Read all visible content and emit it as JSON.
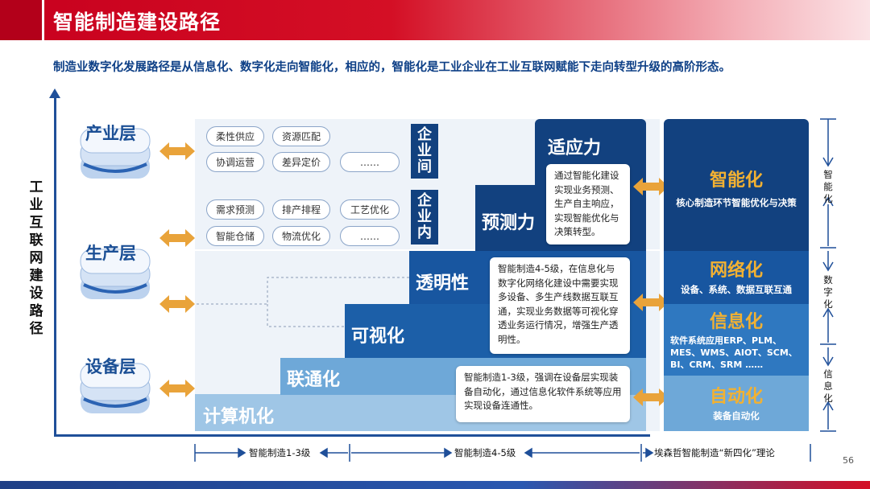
{
  "header": {
    "title": "智能制造建设路径"
  },
  "subtitle": "制造业数字化发展路径是从信息化、数字化走向智能化，相应的，智能化是工业企业在工业互联网赋能下走向转型升级的高阶形态。",
  "vertical_axis_label": "工业互联网建设路径",
  "layers": {
    "industry": "产业层",
    "production": "生产层",
    "equipment": "设备层"
  },
  "pills_top": [
    "柔性供应",
    "资源匹配",
    "协调运营",
    "差异定价",
    "……"
  ],
  "pills_mid": [
    "需求预测",
    "排产排程",
    "工艺优化",
    "智能仓储",
    "物流优化",
    "……"
  ],
  "inter_label": "企业间",
  "intra_label": "企业内",
  "stairs": {
    "compute": "计算机化",
    "connect": "联通化",
    "visual": "可视化",
    "transparent": "透明性",
    "predict": "预测力",
    "adapt": "适应力"
  },
  "callouts": {
    "adapt": "通过智能化建设实现业务预测、生产自主响应，实现智能优化与决策转型。",
    "transparent": "智能制造4-5级，在信息化与数字化网络化建设中需要实现多设备、多生产线数据互联互通，实现业务数据等可视化穿透业务运行情况，增强生产透明性。",
    "connect": "智能制造1-3级，强调在设备层实现装备自动化，通过信息化软件系统等应用实现设备连通性。"
  },
  "right": {
    "smart": {
      "title": "智能化",
      "desc": "核心制造环节智能优化与决策"
    },
    "network": {
      "title": "网络化",
      "desc": "设备、系统、数据互联互通"
    },
    "info": {
      "title": "信息化",
      "desc": "软件系统应用ERP、PLM、MES、WMS、AIOT、SCM、BI、CRM、SRM ……"
    },
    "auto": {
      "title": "自动化",
      "desc": "装备自动化"
    }
  },
  "right_brackets": {
    "smart": "智能化",
    "digital": "数字化",
    "info": "信息化"
  },
  "bottom_ticks": [
    "智能制造1-3级",
    "智能制造4-5级",
    "埃森哲智能制造“新四化”理论"
  ],
  "page_number": "56",
  "colors": {
    "accent_red": "#c8001e",
    "dark_blue": "#12417f",
    "orange": "#f2b132"
  }
}
